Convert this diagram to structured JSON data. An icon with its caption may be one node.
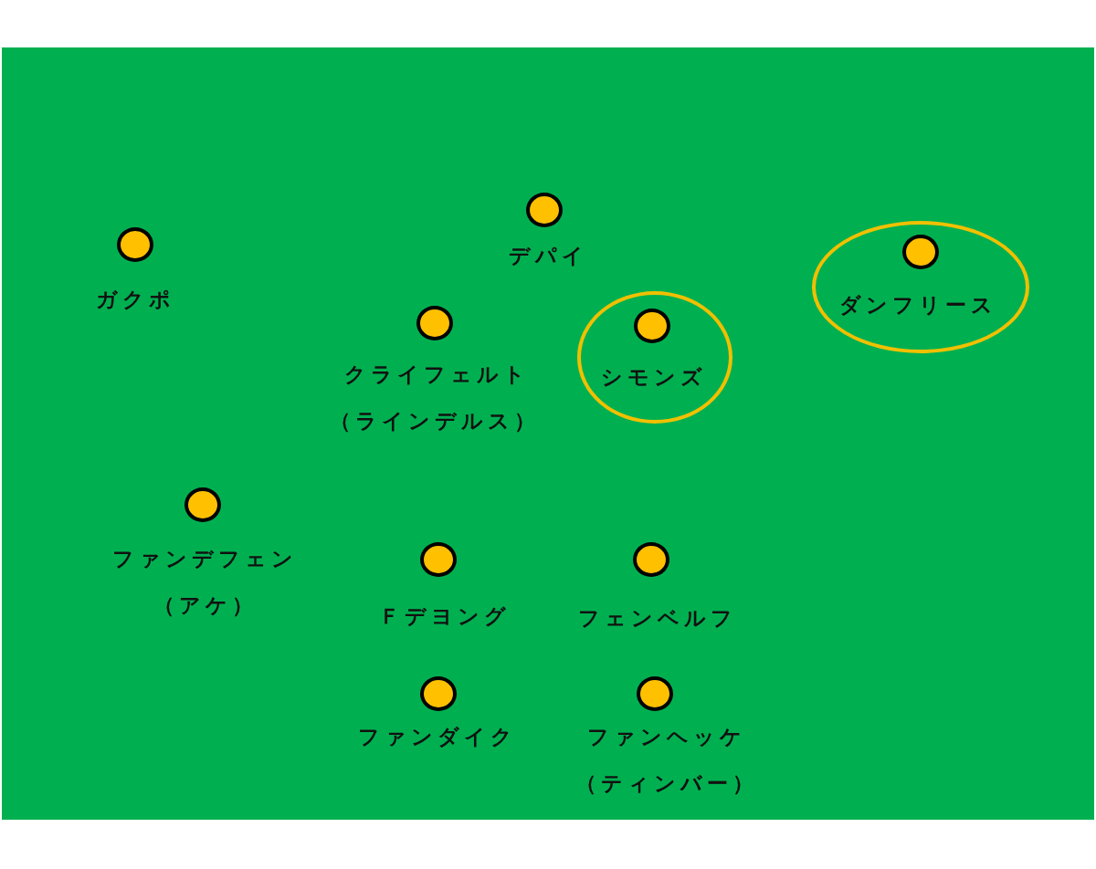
{
  "diagram": {
    "nodes": [
      {
        "text": [],
        "shape": "circle",
        "beside": [
          "ガクポ"
        ]
      },
      {
        "text": [],
        "shape": "circle",
        "beside": [
          "デパイ"
        ]
      },
      {
        "text": [
          "ダンフリース"
        ]
      },
      {
        "text": [],
        "shape": "circle",
        "in": 2
      },
      {
        "text": [],
        "shape": "circle",
        "beside": [
          "クライフェルト",
          "（ラインデルス）"
        ]
      },
      {
        "text": [
          "シモンズ"
        ]
      },
      {
        "text": [],
        "shape": "circle",
        "in": 5
      },
      {
        "text": [],
        "shape": "circle",
        "beside": [
          "ファンデフェン",
          "（アケ）"
        ]
      },
      {
        "text": [],
        "shape": "circle",
        "beside": [
          "Ｆデヨング"
        ]
      },
      {
        "text": [],
        "shape": "circle",
        "beside": [
          "フェンベルフ"
        ]
      },
      {
        "text": [],
        "shape": "circle",
        "beside": [
          "ファンダイク"
        ]
      },
      {
        "text": [],
        "shape": "circle",
        "beside": [
          "ファンヘッケ",
          "（ティンバー）"
        ]
      }
    ]
  }
}
